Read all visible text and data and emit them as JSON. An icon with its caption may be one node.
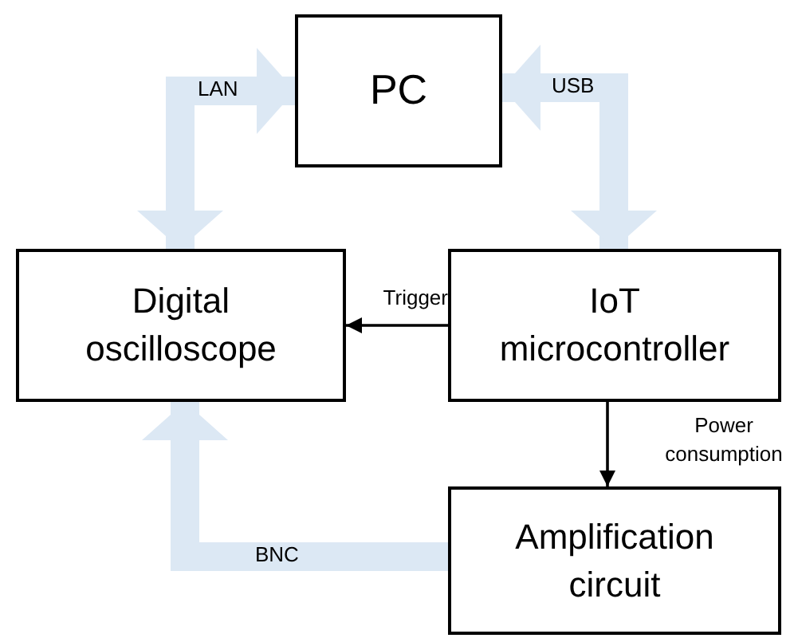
{
  "diagram": {
    "nodes": [
      {
        "text": [
          "PC"
        ]
      },
      {
        "text": [
          "Digital oscilloscope"
        ]
      },
      {
        "text": [
          "IoT microcontroller"
        ]
      },
      {
        "text": [
          "Amplification circuit"
        ]
      }
    ],
    "edges": [
      {
        "from": 0,
        "to": 1,
        "arrow": "both",
        "label": "LAN"
      },
      {
        "from": 0,
        "to": 2,
        "arrow": "both",
        "label": "USB"
      },
      {
        "from": 2,
        "to": 1,
        "arrow": "to",
        "label": "Trigger",
        "color": "#000000"
      },
      {
        "from": 2,
        "to": 3,
        "arrow": "to",
        "label": "Power consumption",
        "color": "#000000"
      },
      {
        "from": 3,
        "to": 1,
        "arrow": "to",
        "label": "BNC"
      }
    ]
  }
}
